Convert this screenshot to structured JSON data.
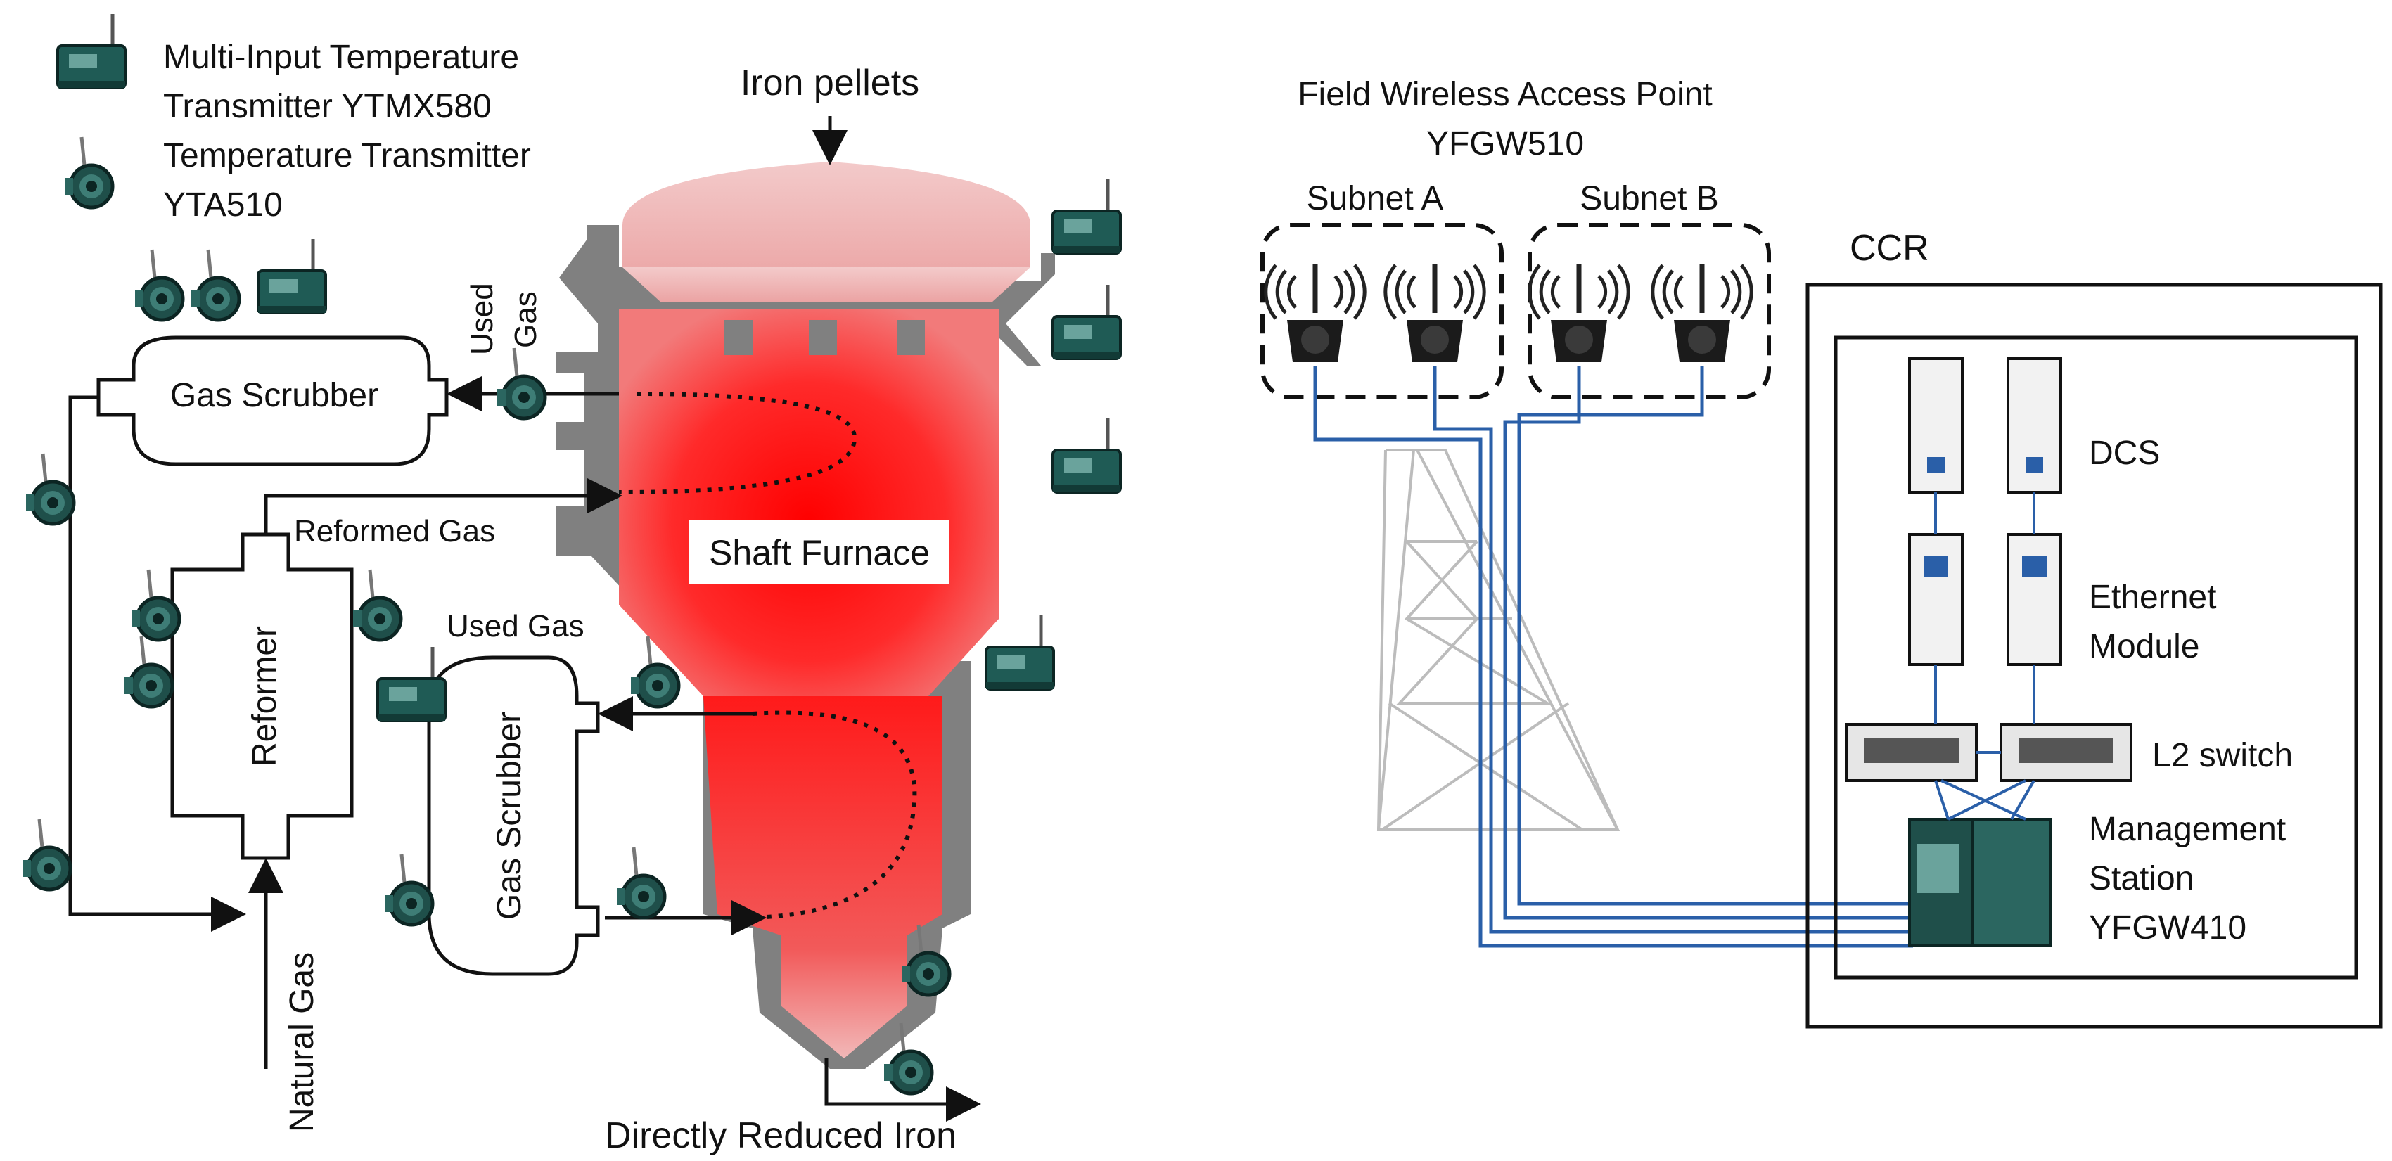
{
  "legend": {
    "multi_input_line1": "Multi-Input Temperature",
    "multi_input_line2": "Transmitter YTMX580",
    "temp_tx_line1": "Temperature Transmitter",
    "temp_tx_line2": "YTA510"
  },
  "process": {
    "iron_pellets": "Iron pellets",
    "used_gas_top_1": "Used",
    "used_gas_top_2": "Gas",
    "gas_scrubber_top": "Gas Scrubber",
    "reformed_gas": "Reformed Gas",
    "reformer": "Reformer",
    "shaft_furnace": "Shaft Furnace",
    "used_gas_mid": "Used Gas",
    "gas_scrubber_bottom": "Gas Scrubber",
    "natural_gas": "Natural Gas",
    "directly_reduced_iron": "Directly Reduced Iron"
  },
  "network": {
    "access_point_line1": "Field Wireless Access Point",
    "access_point_line2": "YFGW510",
    "subnet_a": "Subnet A",
    "subnet_b": "Subnet B",
    "ccr": "CCR",
    "dcs": "DCS",
    "ethernet_line1": "Ethernet",
    "ethernet_line2": "Module",
    "l2_switch": "L2 switch",
    "mgmt_line1": "Management",
    "mgmt_line2": "Station",
    "mgmt_line3": "YFGW410"
  },
  "colors": {
    "furnace_hot": "#ff0a0a",
    "furnace_warm": "#f08080",
    "furnace_top": "#f2c4c4",
    "wall": "#808080",
    "device": "#1f5b55",
    "cable": "#2a5fa8"
  }
}
